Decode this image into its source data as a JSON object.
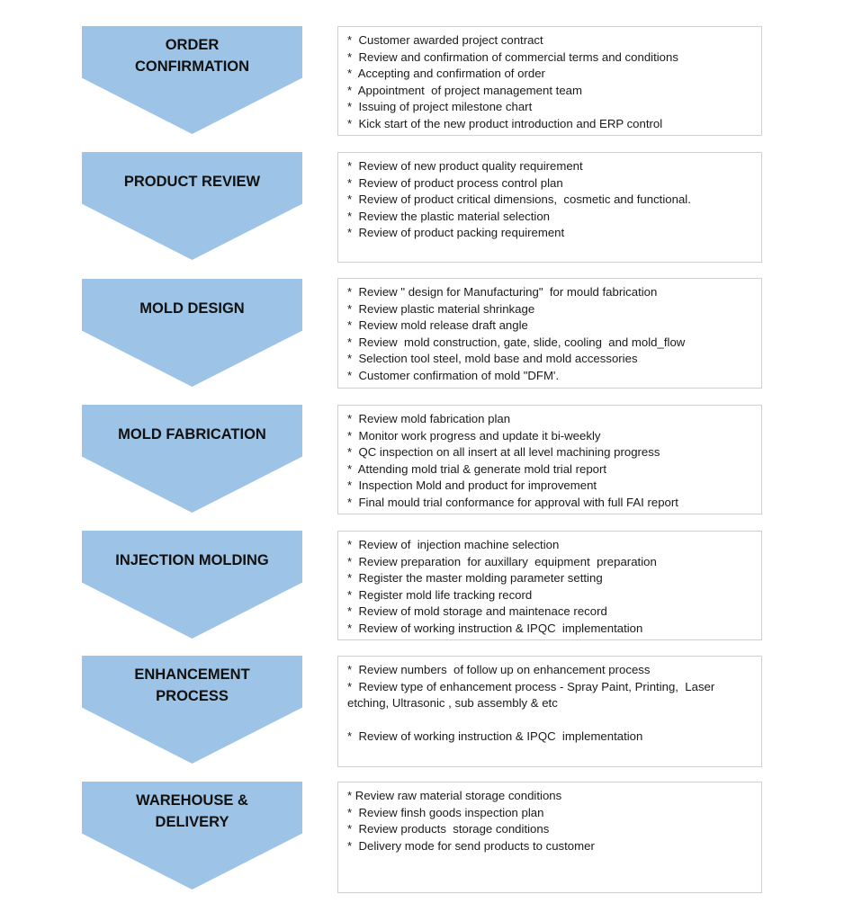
{
  "stages": [
    {
      "title": [
        "ORDER",
        "CONFIRMATION"
      ],
      "items": [
        "*  Customer awarded project contract",
        "*  Review and confirmation of commercial terms and conditions",
        "*  Accepting and confirmation of order",
        "*  Appointment  of project management team",
        "*  Issuing of project milestone chart",
        "*  Kick start of the new product introduction and ERP control"
      ]
    },
    {
      "title": [
        "PRODUCT REVIEW"
      ],
      "items": [
        "*  Review of new product quality requirement",
        "*  Review of product process control plan",
        "*  Review of product critical dimensions,  cosmetic and functional.",
        "*  Review the plastic material selection",
        "*  Review of product packing requirement"
      ]
    },
    {
      "title": [
        "MOLD DESIGN"
      ],
      "items": [
        "*  Review \" design for Manufacturing\"  for mould fabrication",
        "*  Review plastic material shrinkage",
        "*  Review mold release draft angle",
        "*  Review  mold construction, gate, slide, cooling  and mold_flow",
        "*  Selection tool steel, mold base and mold accessories",
        "*  Customer confirmation of mold \"DFM'."
      ]
    },
    {
      "title": [
        "MOLD FABRICATION"
      ],
      "items": [
        "*  Review mold fabrication plan",
        "*  Monitor work progress and update it bi-weekly",
        "*  QC inspection on all insert at all level machining progress",
        "*  Attending mold trial & generate mold trial report",
        "*  Inspection Mold and product for improvement",
        "*  Final mould trial conformance for approval with full FAI report"
      ]
    },
    {
      "title": [
        "INJECTION MOLDING"
      ],
      "items": [
        "*  Review of  injection machine selection",
        "*  Review preparation  for auxillary  equipment  preparation",
        "*  Register the master molding parameter setting",
        "*  Register mold life tracking record",
        "*  Review of mold storage and maintenace record",
        "*  Review of working instruction & IPQC  implementation"
      ]
    },
    {
      "title": [
        "ENHANCEMENT",
        "PROCESS"
      ],
      "items": [
        "*  Review numbers  of follow up on enhancement process",
        "*  Review type of enhancement process - Spray Paint, Printing,  Laser",
        "etching, Ultrasonic , sub assembly & etc",
        "",
        "*  Review of working instruction & IPQC  implementation"
      ]
    },
    {
      "title": [
        "WAREHOUSE &",
        "DELIVERY"
      ],
      "items": [
        "* Review raw material storage conditions",
        "*  Review finsh goods inspection plan",
        "*  Review products  storage conditions",
        "*  Delivery mode for send products to customer"
      ]
    }
  ]
}
